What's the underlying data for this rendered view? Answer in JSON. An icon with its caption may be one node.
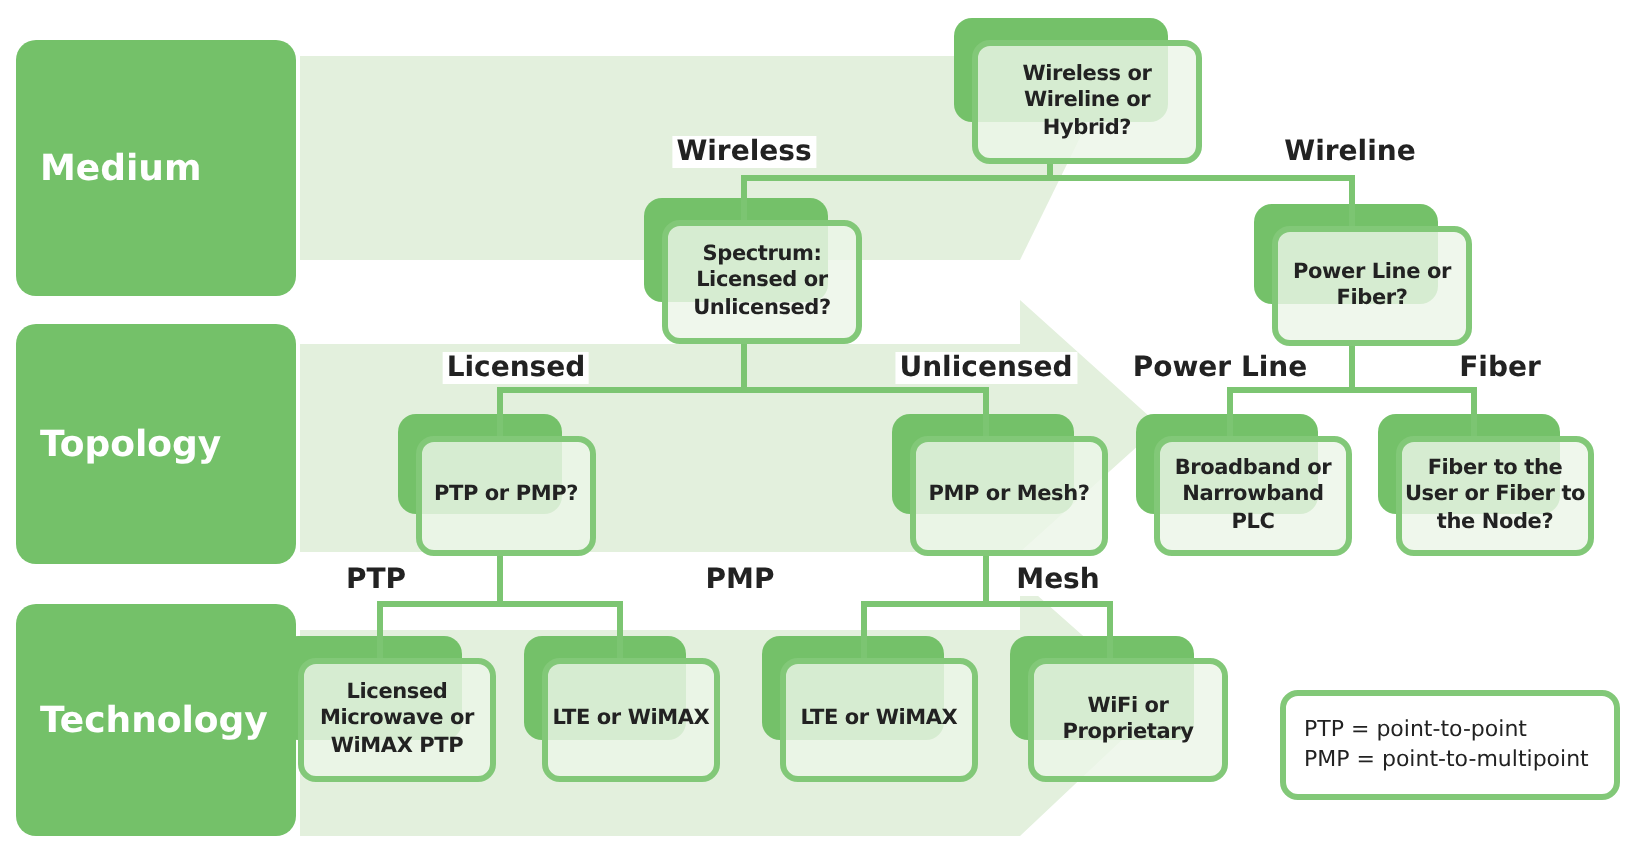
{
  "diagram": {
    "nodes": [
      {
        "text": [
          "Medium"
        ]
      },
      {
        "text": [
          "Topology"
        ]
      },
      {
        "text": [
          "Technology"
        ]
      },
      {
        "text": [
          "Wireless or Wireline or Hybrid?"
        ]
      },
      {
        "text": [
          "Spectrum: Licensed or Unlicensed?"
        ]
      },
      {
        "text": [
          "Power Line or Fiber?"
        ]
      },
      {
        "text": [
          "PTP or PMP?"
        ]
      },
      {
        "text": [
          "PMP or Mesh?"
        ]
      },
      {
        "text": [
          "Broadband or Narrowband PLC"
        ]
      },
      {
        "text": [
          "Fiber to the User or Fiber to the Node?"
        ]
      },
      {
        "text": [
          "Licensed Microwave or WiMAX PTP"
        ]
      },
      {
        "text": [
          "LTE or WiMAX"
        ]
      },
      {
        "text": [
          "LTE or WiMAX"
        ]
      },
      {
        "text": [
          "WiFi or Proprietary"
        ]
      },
      {
        "text": [
          "PTP = point-to-point",
          "PMP = point-to-multipoint"
        ]
      }
    ],
    "edges": [
      {
        "from": 3,
        "to": 4,
        "arrow": "none",
        "label": "Wireless"
      },
      {
        "from": 3,
        "to": 5,
        "arrow": "none",
        "label": "Wireline"
      },
      {
        "from": 4,
        "to": 6,
        "arrow": "none",
        "label": "Licensed"
      },
      {
        "from": 4,
        "to": 7,
        "arrow": "none",
        "label": "Unlicensed"
      },
      {
        "from": 5,
        "to": 8,
        "arrow": "none",
        "label": "Power Line"
      },
      {
        "from": 5,
        "to": 9,
        "arrow": "none",
        "label": "Fiber"
      },
      {
        "from": 6,
        "to": 10,
        "arrow": "none",
        "label": "PTP"
      },
      {
        "from": 6,
        "to": 11,
        "arrow": "none",
        "label": "PMP"
      },
      {
        "from": 7,
        "to": 12,
        "arrow": "none"
      },
      {
        "from": 7,
        "to": 13,
        "arrow": "none",
        "label": "Mesh"
      }
    ]
  }
}
